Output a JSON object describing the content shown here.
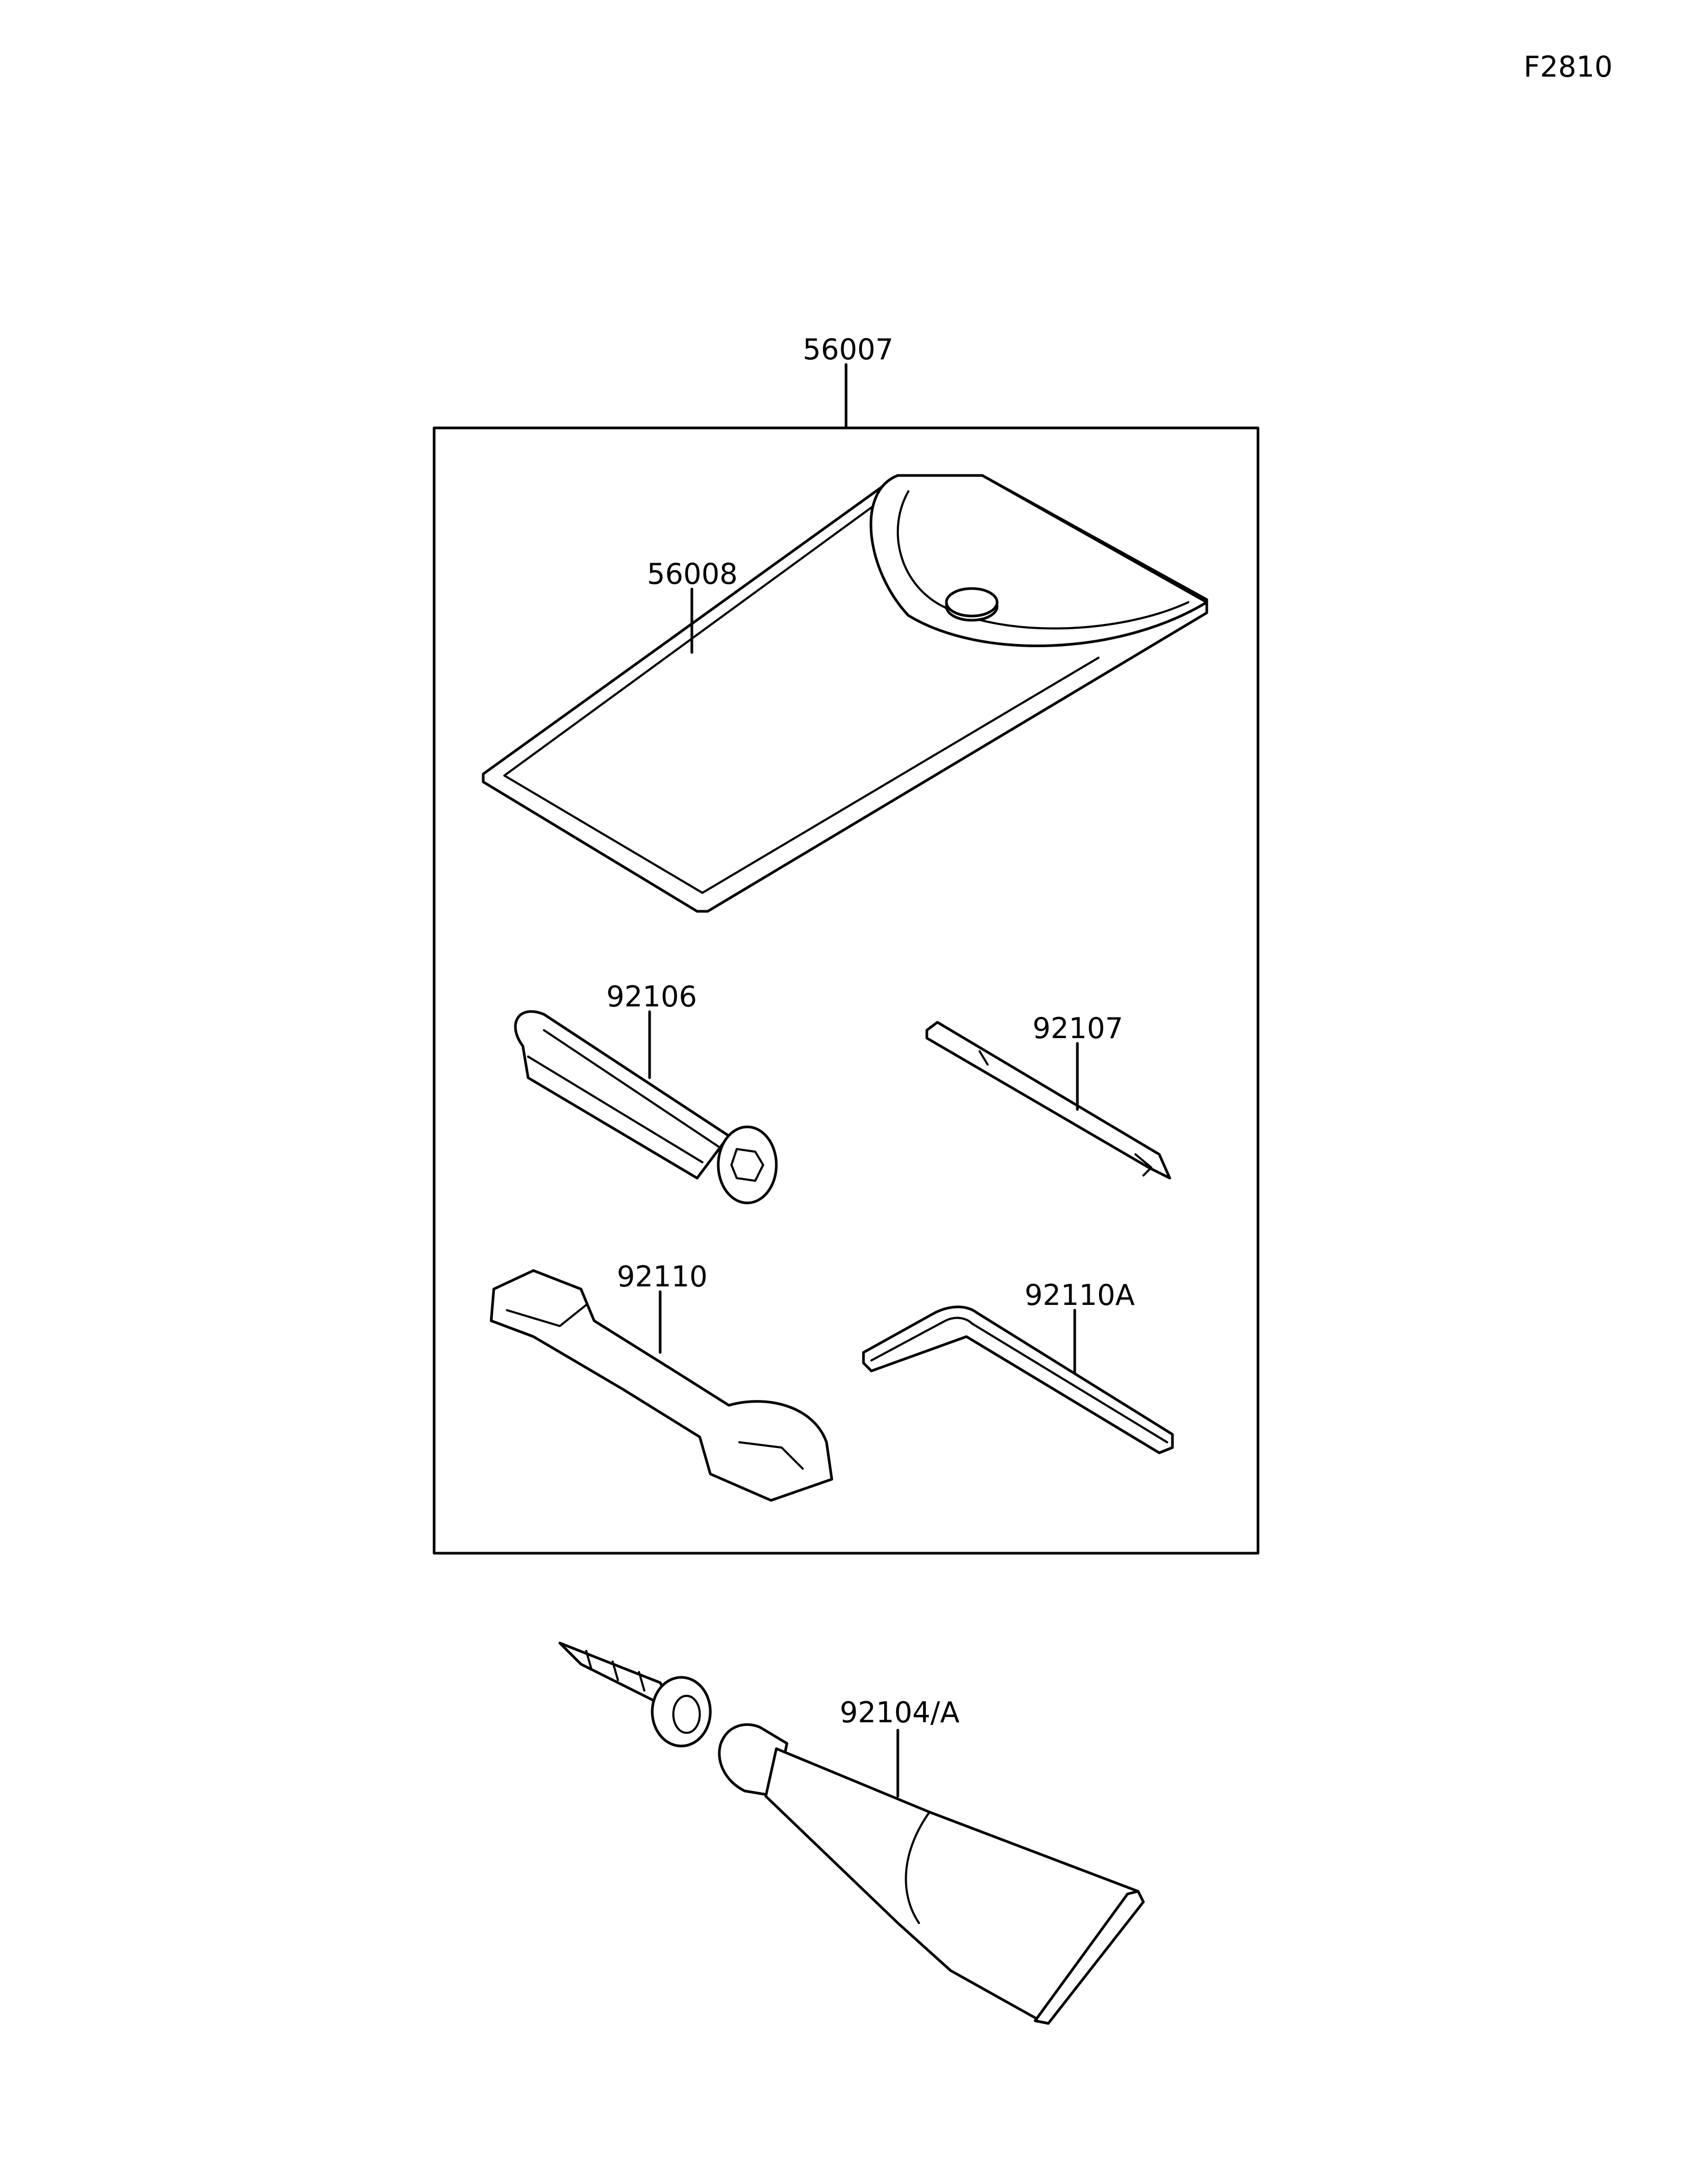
{
  "sheet": {
    "figure_code": "F2810"
  },
  "parts": [
    {
      "id": "kit",
      "number": "56007",
      "icon": "tool-kit-box-icon"
    },
    {
      "id": "pouch",
      "number": "56008",
      "icon": "tool-pouch-icon"
    },
    {
      "id": "handle",
      "number": "92106",
      "icon": "screwdriver-handle-icon"
    },
    {
      "id": "bit",
      "number": "92107",
      "icon": "screwdriver-bit-icon"
    },
    {
      "id": "wrench",
      "number": "92110",
      "icon": "open-end-wrench-icon"
    },
    {
      "id": "hexkey",
      "number": "92110A",
      "icon": "hex-key-icon"
    },
    {
      "id": "grease",
      "number": "92104/A",
      "icon": "grease-tube-icon"
    }
  ]
}
